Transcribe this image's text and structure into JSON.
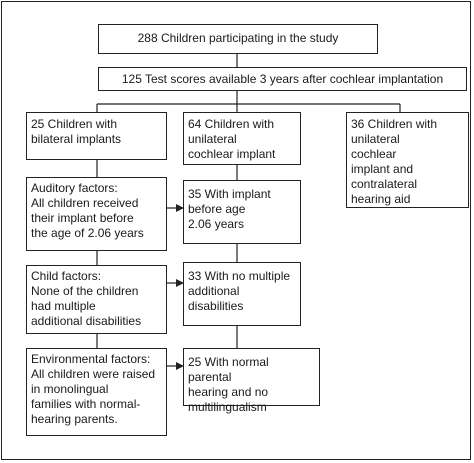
{
  "boxes": {
    "participants": "288 Children participating in the study",
    "test_scores": "125 Test scores available 3 years after cochlear implantation",
    "bilateral": "25 Children with\nbilateral implants",
    "unilateral": "64 Children with\nunilateral\ncochlear implant",
    "hearing_aid": "36 Children with\nunilateral\ncochlear\nimplant and\ncontralateral\nhearing aid",
    "auditory_factors": "Auditory factors:\nAll children received\ntheir implant before\nthe age of 2.06 years",
    "implant_before_age": "35 With implant\nbefore age\n2.06 years",
    "child_factors": "Child factors:\nNone of the children\nhad multiple\nadditional disabilities",
    "no_multiple_disabilities": "33 With no multiple\nadditional\ndisabilities",
    "environmental_factors": "Environmental factors:\nAll children were raised\nin monolingual\nfamilies with normal-\nhearing parents.",
    "normal_parental_hearing": "25 With normal parental\nhearing and no\nmultilingualism"
  }
}
